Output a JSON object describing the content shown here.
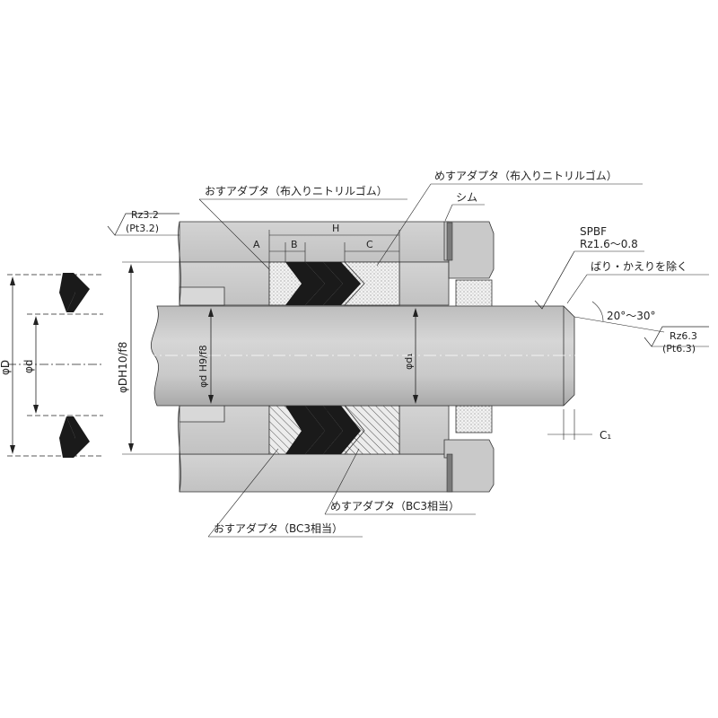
{
  "labels": {
    "male_adapter_top": "おすアダプタ（布入りニトリルゴム）",
    "female_adapter_top": "めすアダプタ（布入りニトリルゴム）",
    "shim": "シム",
    "surface_left_1": "Rz3.2",
    "surface_left_2": "(Pt3.2)",
    "spbf": "SPBF",
    "surface_rod": "Rz1.6～0.8",
    "deburr": "ばり・かえりを除く",
    "angle": "20°～30°",
    "surface_chamfer_1": "Rz6.3",
    "surface_chamfer_2": "(Pt6.3)",
    "c1": "C₁",
    "dim_A": "A",
    "dim_B": "B",
    "dim_H": "H",
    "dim_C": "C",
    "phi_D": "φD",
    "phi_d": "φd",
    "phi_DH": "φDH10/f8",
    "phi_dH": "φd H9/f8",
    "phi_d1": "φd₁",
    "female_adapter_bottom": "めすアダプタ（BC3相当）",
    "male_adapter_bottom": "おすアダプタ（BC3相当）"
  },
  "colors": {
    "line": "#222222",
    "housing": "#cfcfcf",
    "rod": "#c4c4c4",
    "rubber": "#1a1a1a",
    "adapter_dot": "#eeeeee"
  }
}
